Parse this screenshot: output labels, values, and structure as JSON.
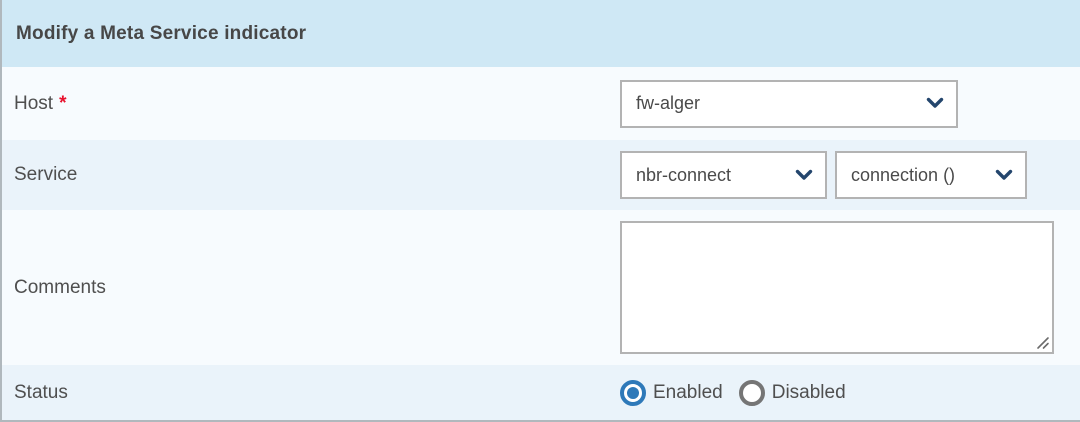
{
  "header": {
    "title": "Modify a Meta Service indicator"
  },
  "fields": {
    "host": {
      "label": "Host",
      "required_marker": "*",
      "value": "fw-alger"
    },
    "service": {
      "label": "Service",
      "service_value": "nbr-connect",
      "metric_value": "connection ()"
    },
    "comments": {
      "label": "Comments",
      "value": ""
    },
    "status": {
      "label": "Status",
      "options": [
        {
          "label": "Enabled",
          "selected": true
        },
        {
          "label": "Disabled",
          "selected": false
        }
      ]
    }
  },
  "icons": {
    "select_dropdown": "chevron-down-icon",
    "textarea_corner": "resize-grip-icon"
  },
  "colors": {
    "header_bg": "#cfe8f5",
    "row_light": "#f7fbfe",
    "row_shaded": "#eaf3fa",
    "accent_blue": "#2e79b9",
    "chevron": "#24466d",
    "required_red": "#e8112d",
    "border_gray": "#b3b3b3",
    "outer_border": "#b0b8bd",
    "text": "#4f4f4f",
    "title_text": "#474747"
  }
}
